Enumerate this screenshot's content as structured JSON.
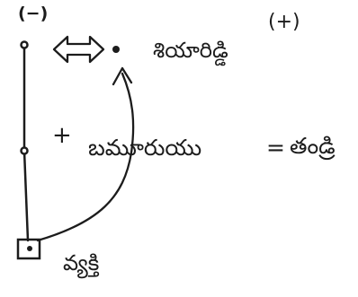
{
  "diagram": {
    "sign_top": "(−)",
    "sign_plus_top": "(+)",
    "word_top": "శియారిడ్డి",
    "plus_mid": "+",
    "equation_left": "బమూరుయు",
    "equation_sign": "=",
    "equation_right": "తండ్రి",
    "word_bottom": "వ్యక్తి",
    "colors": {
      "ink": "#1c1c1c",
      "background": "#ffffff"
    }
  }
}
